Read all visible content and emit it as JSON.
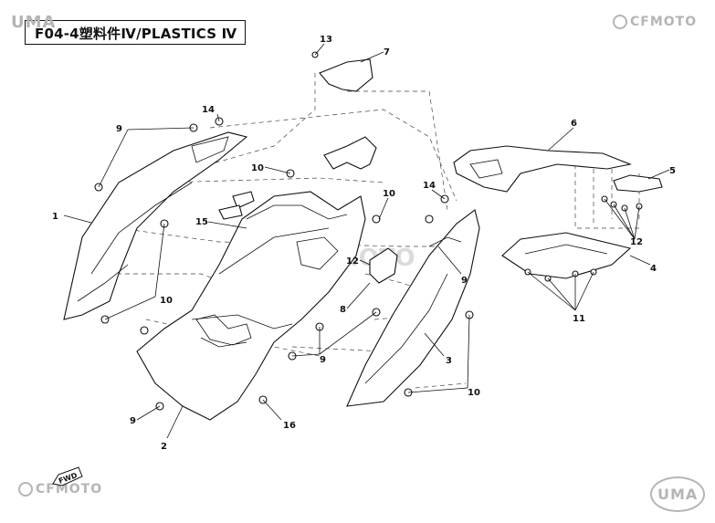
{
  "title": "F04-4塑料件Ⅳ/PLASTICS Ⅳ",
  "logos": {
    "uma": "UMA",
    "cfmoto": "CFMOTO"
  },
  "fwd_label": "FWD",
  "callouts": {
    "c1": "1",
    "c2": "2",
    "c3": "3",
    "c4": "4",
    "c5": "5",
    "c6": "6",
    "c7": "7",
    "c8": "8",
    "c9a": "9",
    "c9b": "9",
    "c9c": "9",
    "c10a": "10",
    "c10b": "10",
    "c10c": "10",
    "c10d": "10",
    "c11": "11",
    "c12a": "12",
    "c12b": "12",
    "c13": "13",
    "c14a": "14",
    "c14b": "14",
    "c15": "15",
    "c16": "16",
    "c9d": "9"
  },
  "colors": {
    "line": "#111111",
    "watermark": "#b5b5b5",
    "background": "#ffffff"
  }
}
